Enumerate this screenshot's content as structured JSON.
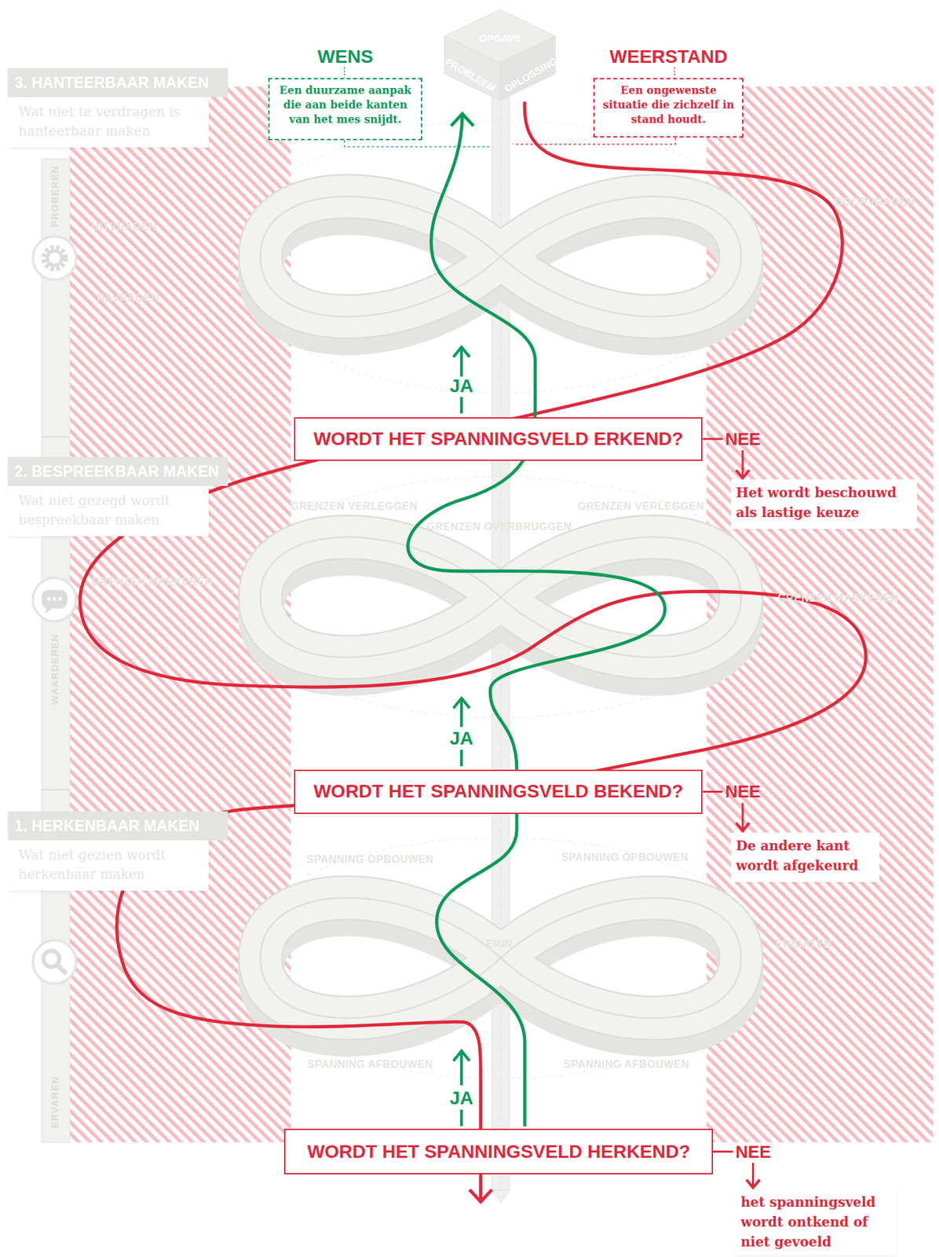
{
  "diagram": {
    "nodes": [
      {
        "text": [
          "3. HANTEERBAAR MAKEN",
          "Wat niet te verdragen is hanteerbaar maken"
        ]
      },
      {
        "text": [
          "WENS",
          "Een duurzame aanpak die aan beide kanten van het mes snijdt."
        ]
      },
      {
        "text": [
          "WEERSTAND",
          "Een ongewenste situatie die zichzelf in stand houdt."
        ]
      },
      {
        "text": [
          "WORDT HET SPANNINGSVELD ERKEND?"
        ]
      },
      {
        "text": [
          "Het wordt beschouwd als lastige keuze"
        ]
      },
      {
        "text": [
          "2. BESPREEKBAAR MAKEN",
          "Wat niet gezegd wordt bespreekbaar maken"
        ]
      },
      {
        "text": [
          "WORDT HET SPANNINGSVELD BEKEND?"
        ]
      },
      {
        "text": [
          "De andere kant wordt afgekeurd"
        ]
      },
      {
        "text": [
          "1. HERKENBAAR MAKEN",
          "Wat niet gezien wordt herkenbaar maken"
        ]
      },
      {
        "text": [
          "WORDT HET SPANNINGSVELD HERKEND?"
        ]
      },
      {
        "text": [
          "het spanningsveld wordt ontkend of niet gevoeld"
        ]
      }
    ],
    "edges": [
      {
        "from": 3,
        "to": 4,
        "label": "NEE",
        "arrow": "to"
      },
      {
        "from": 6,
        "to": 7,
        "label": "NEE",
        "arrow": "to"
      },
      {
        "from": 9,
        "to": 10,
        "label": "NEE",
        "arrow": "to"
      }
    ],
    "labels": [
      "OPGAVE",
      "PROBLEEM",
      "OPLOSSING",
      "PROBEREN",
      "DOORVRAGEN",
      "UITVRAGEN",
      "NAVRAGEN",
      "JA",
      "GRENZEN VERLEGGEN",
      "GRENZEN VERLEGGEN",
      "GRENZEN OVERBRUGGEN",
      "GRENZEN MARKEREN",
      "GRENZEN MARKEREN",
      "WAARDEREN",
      "JA",
      "SPANNING OPBOUWEN",
      "SPANNING OPBOUWEN",
      "ERIN",
      "ERBUITEN",
      "SPANNING AFBOUWEN",
      "SPANNING AFBOUWEN",
      "JA",
      "ERVAREN"
    ]
  }
}
